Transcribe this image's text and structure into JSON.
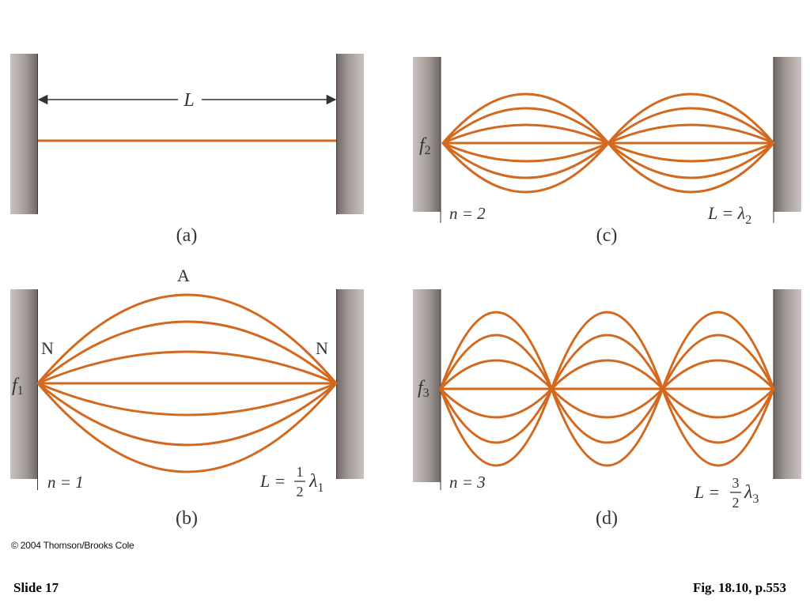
{
  "panels": {
    "a": {
      "caption": "(a)",
      "length_label": "L"
    },
    "b": {
      "caption": "(b)",
      "antinode": "A",
      "node_left": "N",
      "node_right": "N",
      "freq": "f",
      "freq_sub": "1",
      "n_label": "n = 1",
      "rel_lhs": "L =",
      "rel_num": "1",
      "rel_den": "2",
      "rel_lambda": "λ",
      "rel_sub": "1",
      "loops": 1
    },
    "c": {
      "caption": "(c)",
      "freq": "f",
      "freq_sub": "2",
      "n_label": "n = 2",
      "rel_lhs": "L = λ",
      "rel_sub": "2",
      "loops": 2
    },
    "d": {
      "caption": "(d)",
      "freq": "f",
      "freq_sub": "3",
      "n_label": "n = 3",
      "rel_lhs": "L =",
      "rel_num": "3",
      "rel_den": "2",
      "rel_lambda": "λ",
      "rel_sub": "3",
      "loops": 3
    }
  },
  "copyright": "© 2004 Thomson/Brooks Cole",
  "slide_label": "Slide 17",
  "figure_ref": "Fig. 18.10, p.553",
  "colors": {
    "string": "#d2691e",
    "wall": "#a39b97",
    "text": "#333333"
  }
}
